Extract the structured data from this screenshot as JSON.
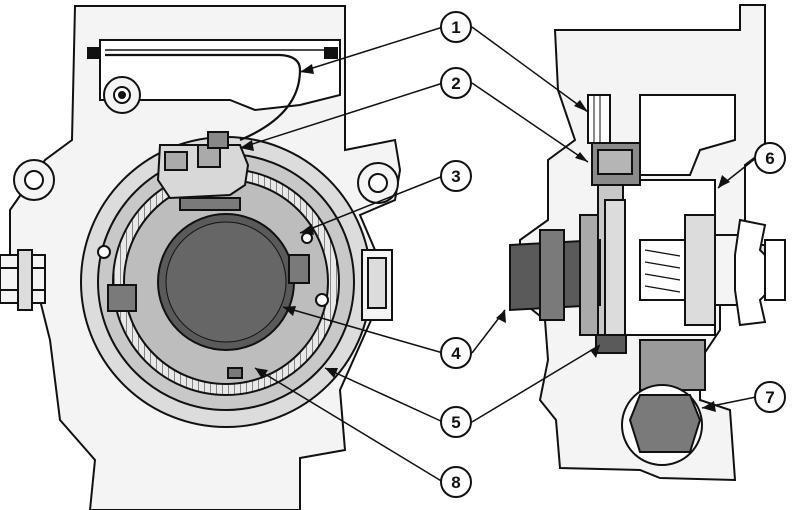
{
  "callouts": [
    {
      "id": "1",
      "label": "1"
    },
    {
      "id": "2",
      "label": "2"
    },
    {
      "id": "3",
      "label": "3"
    },
    {
      "id": "4",
      "label": "4"
    },
    {
      "id": "5",
      "label": "5"
    },
    {
      "id": "6",
      "label": "6"
    },
    {
      "id": "7",
      "label": "7"
    },
    {
      "id": "8",
      "label": "8"
    }
  ],
  "colors": {
    "line": "#111111",
    "paper": "#ffffff",
    "housing": "#f4f4f4",
    "disc": "#c8c8c8",
    "shaft": "#5a5a5a",
    "dark_part": "#7a7a7a"
  }
}
